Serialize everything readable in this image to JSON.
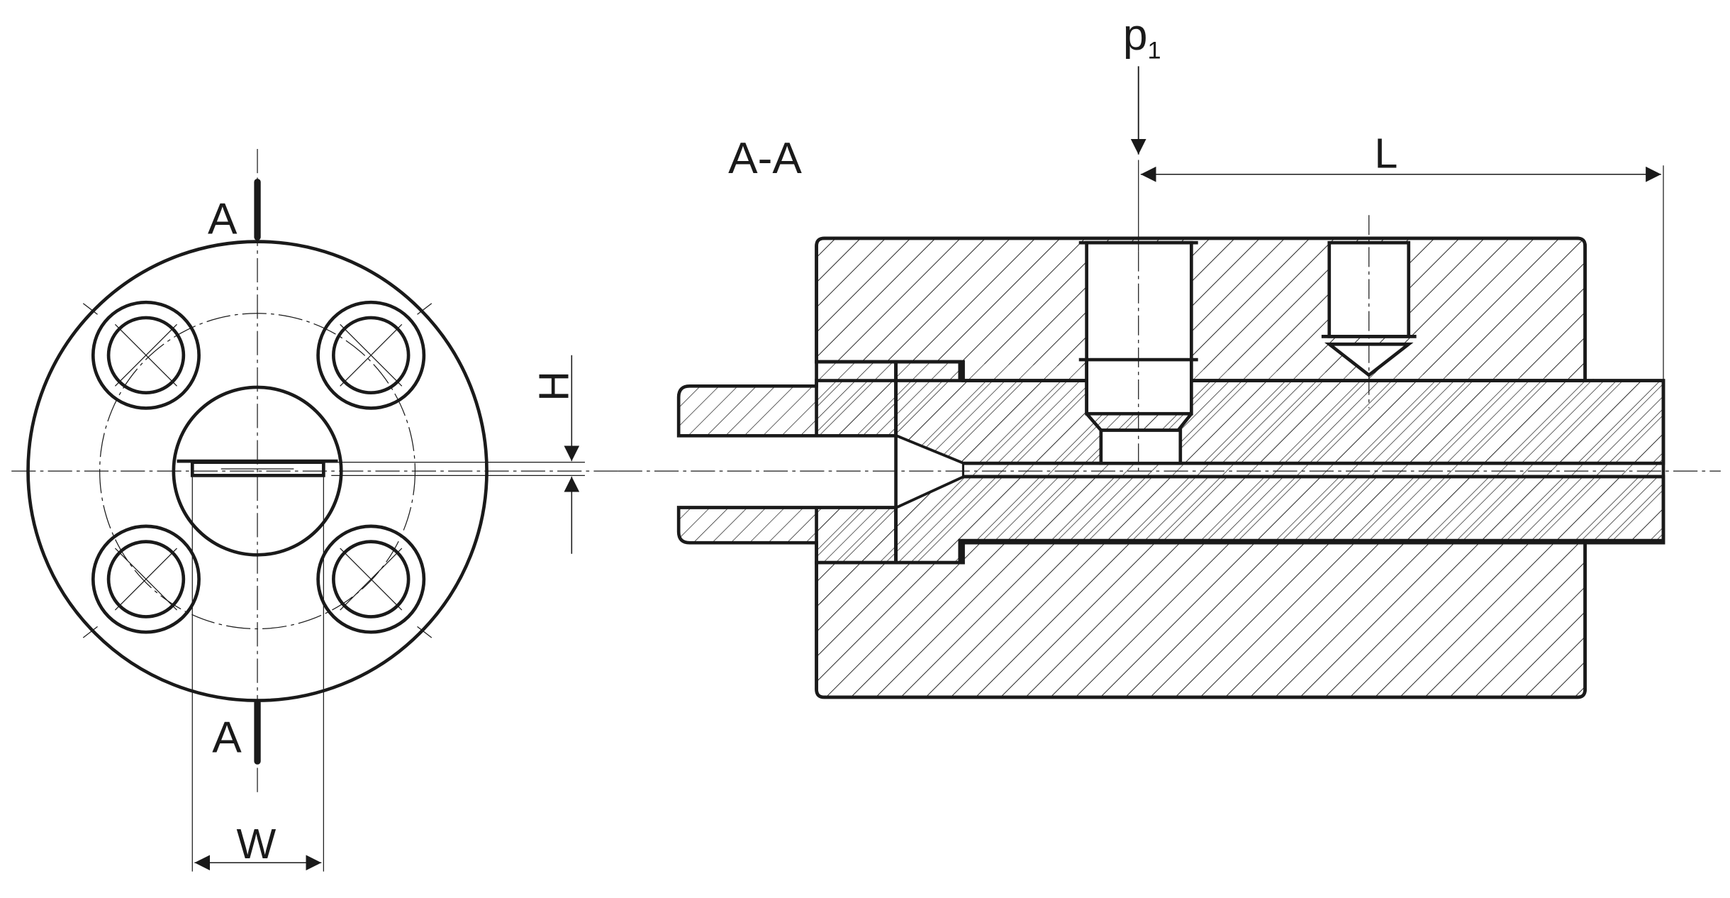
{
  "labels": {
    "section_mark_top": "A",
    "section_mark_bottom": "A",
    "section_title": "A-A",
    "pressure_letter": "p",
    "pressure_subscript": "1",
    "dim_length": "L",
    "dim_height": "H",
    "dim_width": "W"
  },
  "colors": {
    "line": "#1a1a1a",
    "background": "#ffffff"
  }
}
